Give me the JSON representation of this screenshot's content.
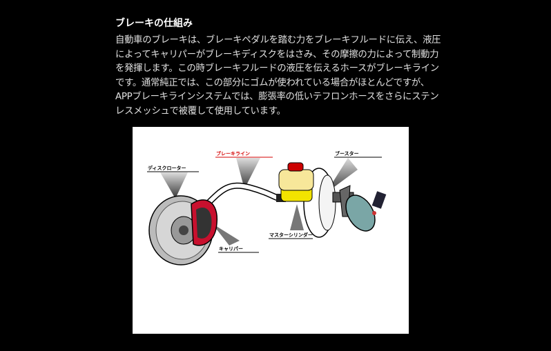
{
  "heading": "ブレーキの仕組み",
  "paragraph_lines": [
    "自動車のブレーキは、ブレーキペダルを踏む力をブレーキフルードに伝え、液圧",
    "によってキャリパーがブレーキディスクをはさみ、その摩擦の力によって制動力",
    "を発揮します。この時ブレーキフルードの液圧を伝えるホースがブレーキライン",
    "です。通常純正では、この部分にゴムが使われている場合がほとんどですが、",
    "APPブレーキラインシステムでは、膨張率の低いテフロンホースをさらにステン",
    "レスメッシュで被覆して使用しています。"
  ],
  "diagram": {
    "labels": {
      "disc_rotor": "ディスクローター",
      "brake_line": "ブレーキライン",
      "booster": "ブースター",
      "master_cylinder": "マスターシリンダー",
      "caliper": "キャリパー"
    },
    "colors": {
      "highlight": "#d40000",
      "caliper": "#c8102e",
      "reservoir": "#f7e79a",
      "cylinder": "#f2e300"
    }
  }
}
